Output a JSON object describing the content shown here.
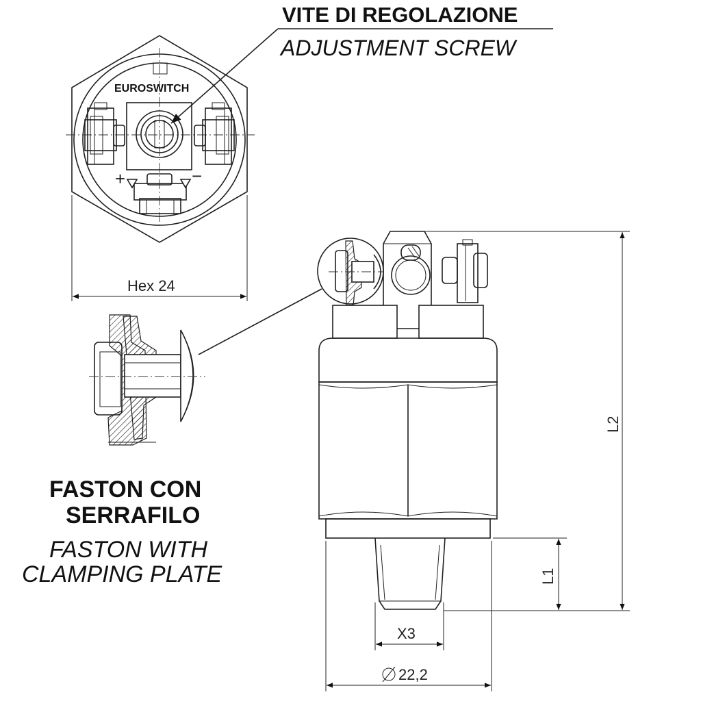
{
  "adjustment_screw": {
    "title_it": "VITE DI REGOLAZIONE",
    "title_en": "ADJUSTMENT SCREW"
  },
  "faston": {
    "title_it_line1": "FASTON CON",
    "title_it_line2": "SERRAFILO",
    "title_en_line1": "FASTON WITH",
    "title_en_line2": "CLAMPING PLATE"
  },
  "top_view": {
    "brand": "EUROSWITCH",
    "plus": "+",
    "minus": "−"
  },
  "dimensions": {
    "hex": "Hex 24",
    "l2": "L2",
    "l1": "L1",
    "x3": "X3",
    "diameter": "22,2"
  }
}
